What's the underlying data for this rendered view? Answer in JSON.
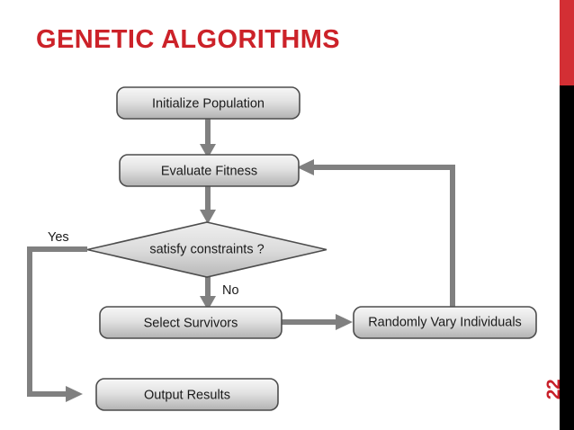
{
  "slide": {
    "title": "GENETIC ALGORITHMS",
    "page_number": "22",
    "accent_red": "#cc2229",
    "edge_bar_red": "#d32f34",
    "edge_bar_black": "#000000",
    "connector_gray": "#808080",
    "node_border": "#4d4d4d",
    "node_fill_top": "#f2f2f2",
    "node_fill_bottom": "#b5b5b5"
  },
  "flowchart": {
    "type": "flowchart",
    "nodes": [
      {
        "id": "initialize-population",
        "label": "Initialize Population",
        "shape": "rounded-rect"
      },
      {
        "id": "evaluate-fitness",
        "label": "Evaluate Fitness",
        "shape": "rounded-rect"
      },
      {
        "id": "satisfy-constraints",
        "label": "satisfy constraints ?",
        "shape": "diamond"
      },
      {
        "id": "select-survivors",
        "label": "Select Survivors",
        "shape": "rounded-rect"
      },
      {
        "id": "randomly-vary-individuals",
        "label": "Randomly Vary Individuals",
        "shape": "rounded-rect"
      },
      {
        "id": "output-results",
        "label": "Output Results",
        "shape": "rounded-rect"
      }
    ],
    "edges": [
      {
        "from": "initialize-population",
        "to": "evaluate-fitness",
        "label": ""
      },
      {
        "from": "evaluate-fitness",
        "to": "satisfy-constraints",
        "label": ""
      },
      {
        "from": "satisfy-constraints",
        "to": "output-results",
        "label": "Yes"
      },
      {
        "from": "satisfy-constraints",
        "to": "select-survivors",
        "label": "No"
      },
      {
        "from": "select-survivors",
        "to": "randomly-vary-individuals",
        "label": ""
      },
      {
        "from": "randomly-vary-individuals",
        "to": "evaluate-fitness",
        "label": ""
      }
    ],
    "edge_labels": {
      "yes": "Yes",
      "no": "No"
    }
  }
}
